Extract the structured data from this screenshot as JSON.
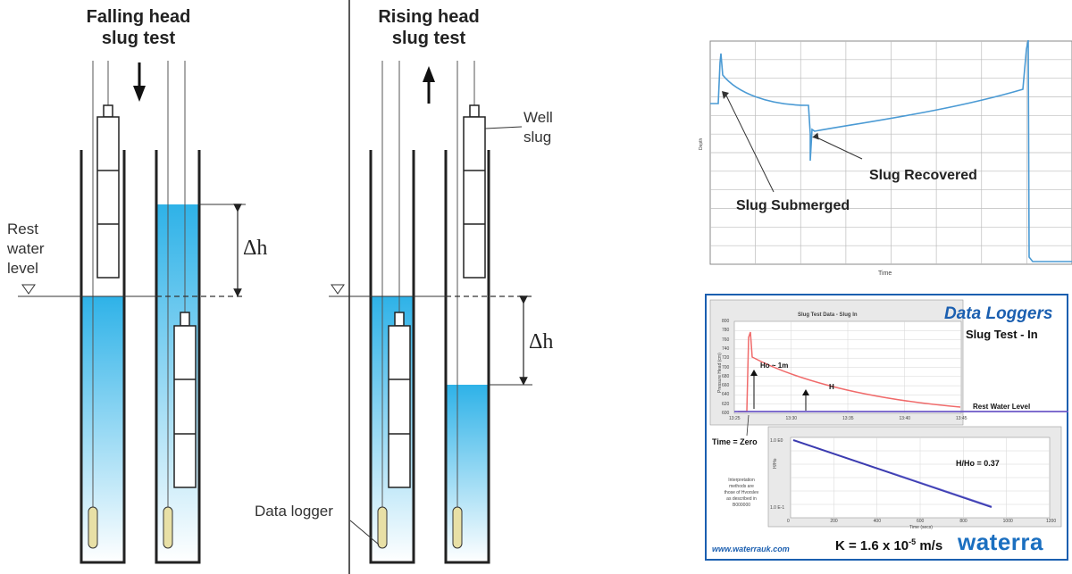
{
  "falling": {
    "title_line1": "Falling head",
    "title_line2": "slug test",
    "rest_line1": "Rest",
    "rest_line2": "water",
    "rest_line3": "level",
    "delta": "Δh"
  },
  "rising": {
    "title_line1": "Rising head",
    "title_line2": "slug test",
    "well_line1": "Well",
    "well_line2": "slug",
    "delta": "Δh",
    "data_logger": "Data logger"
  },
  "top_chart": {
    "ylabel": "Depth",
    "xlabel": "Time",
    "annotation_recovered": "Slug Recovered",
    "annotation_submerged": "Slug Submerged",
    "line_color": "#4a9ad4"
  },
  "waterra": {
    "brand_title": "Data Loggers",
    "subtitle": "Slug Test - In",
    "inner_title": "Slug Test Data - Slug In",
    "ylabel": "Pressure Head (cm)",
    "ho_label": "Ho ~ 1m",
    "h_label": "H",
    "rest_label": "Rest Water Level",
    "time_zero": "Time = Zero",
    "ratio": "H/Ho = 0.37",
    "interp_line1": "Interpretation",
    "interp_line2": "methods are",
    "interp_line3": "those of Hvorslev",
    "interp_line4": "as described in",
    "interp_line5": "B000000",
    "k_value": "K = 1.6 x 10-5 m/s",
    "url": "www.waterrauk.com",
    "logo": "waterra",
    "log_ylabel": "H/Ho",
    "log_xlabel": "Time (secs)",
    "log_y_top": "1.0 E0",
    "log_y_bottom": "1.0 E-1",
    "border_color": "#1b5fb0"
  },
  "chart_data": [
    {
      "type": "line",
      "title": "",
      "xlabel": "Time",
      "ylabel": "Depth",
      "series": [],
      "grid": true
    },
    {
      "type": "line",
      "title": "Slug Test Data - Slug In",
      "xlabel": "",
      "ylabel": "Pressure Head (cm)",
      "x_ticks": [
        "13:25",
        "13:30",
        "13:35",
        "13:40",
        "13:45"
      ],
      "y_ticks": [
        "800",
        "780",
        "760",
        "740",
        "720",
        "700",
        "680",
        "660",
        "640",
        "620",
        "600"
      ],
      "grid": true
    },
    {
      "type": "line",
      "title": "",
      "xlabel": "Time (secs)",
      "ylabel": "H/Ho",
      "x_ticks": [
        "0",
        "200",
        "400",
        "600",
        "800",
        "1000",
        "1200"
      ],
      "y_ticks": [
        "1.0 E0",
        "1.0 E-1"
      ],
      "grid": true
    }
  ]
}
